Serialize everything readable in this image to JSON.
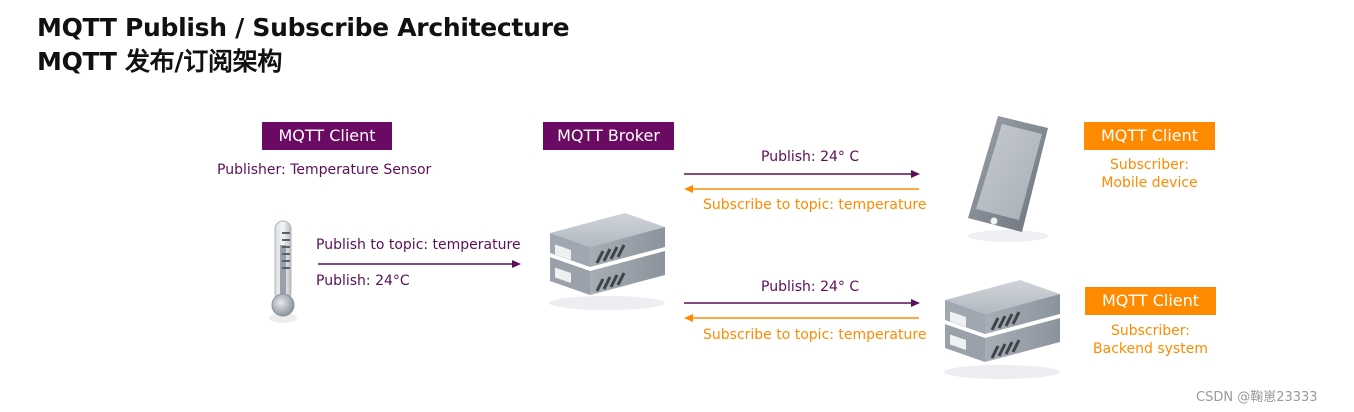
{
  "title": {
    "line1": "MQTT Publish / Subscribe Architecture",
    "line2": "MQTT 发布/订阅架构"
  },
  "publisher": {
    "tag": "MQTT Client",
    "role": "Publisher: Temperature Sensor",
    "publish_topic": "Publish to topic: temperature",
    "publish_value": "Publish: 24°C",
    "icon": "thermometer-icon"
  },
  "broker": {
    "tag": "MQTT Broker",
    "icon": "server-icon"
  },
  "mobile_link": {
    "publish": "Publish: 24° C",
    "subscribe": "Subscribe to topic: temperature"
  },
  "backend_link": {
    "publish": "Publish: 24° C",
    "subscribe": "Subscribe to topic: temperature"
  },
  "mobile_client": {
    "tag": "MQTT Client",
    "role_line1": "Subscriber:",
    "role_line2": "Mobile device",
    "icon": "smartphone-icon"
  },
  "backend_client": {
    "tag": "MQTT Client",
    "role_line1": "Subscriber:",
    "role_line2": "Backend system",
    "icon": "server-icon"
  },
  "watermark": "CSDN @鞠崽23333",
  "colors": {
    "purple": "#6a0a62",
    "orange": "#ff8a00"
  }
}
